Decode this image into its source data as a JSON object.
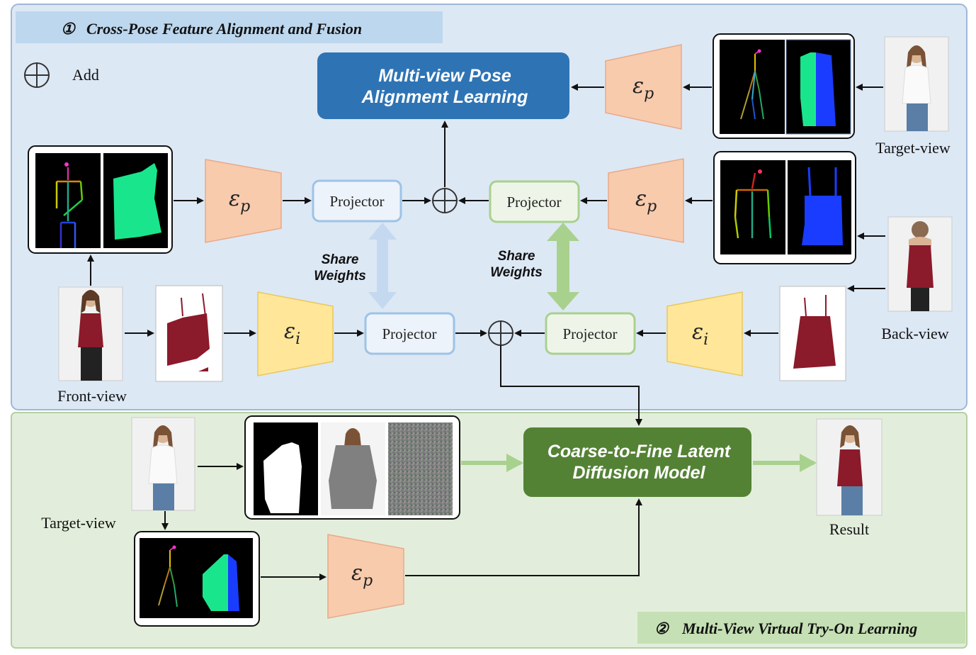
{
  "section1": {
    "number": "①",
    "title": "Cross-Pose Feature Alignment and Fusion"
  },
  "section2": {
    "number": "②",
    "title": "Multi-View Virtual Try-On Learning"
  },
  "legend": {
    "add_label": "Add"
  },
  "mpal": {
    "line1": "Multi-view Pose",
    "line2": "Alignment Learning"
  },
  "cfldm": {
    "line1": "Coarse-to-Fine Latent",
    "line2": "Diffusion Model"
  },
  "projector_label": "Projector",
  "share_weights": {
    "line1": "Share",
    "line2": "Weights"
  },
  "encoders": {
    "pose_symbol": "ε",
    "pose_sub": "p",
    "image_symbol": "ε",
    "image_sub": "i"
  },
  "labels": {
    "front_view": "Front-view",
    "back_view": "Back-view",
    "target_view_top": "Target-view",
    "target_view_bottom": "Target-view",
    "result": "Result"
  },
  "colors": {
    "section1_bg": "#dde8f5",
    "section2_bg": "#e2eedb",
    "section1_border": "#9db8d8",
    "section2_border": "#b5d0a3",
    "mpal_box": "#2e74b5",
    "cfldm_box": "#548235",
    "pose_encoder": "#f8cbad",
    "image_encoder": "#ffe699",
    "projector_blue_border": "#9dc3e6",
    "projector_green_border": "#a9d18e",
    "pose_mask_green": "#19e68c",
    "pose_mask_blue": "#1a3cff",
    "garment_red": "#8b1a2b"
  }
}
